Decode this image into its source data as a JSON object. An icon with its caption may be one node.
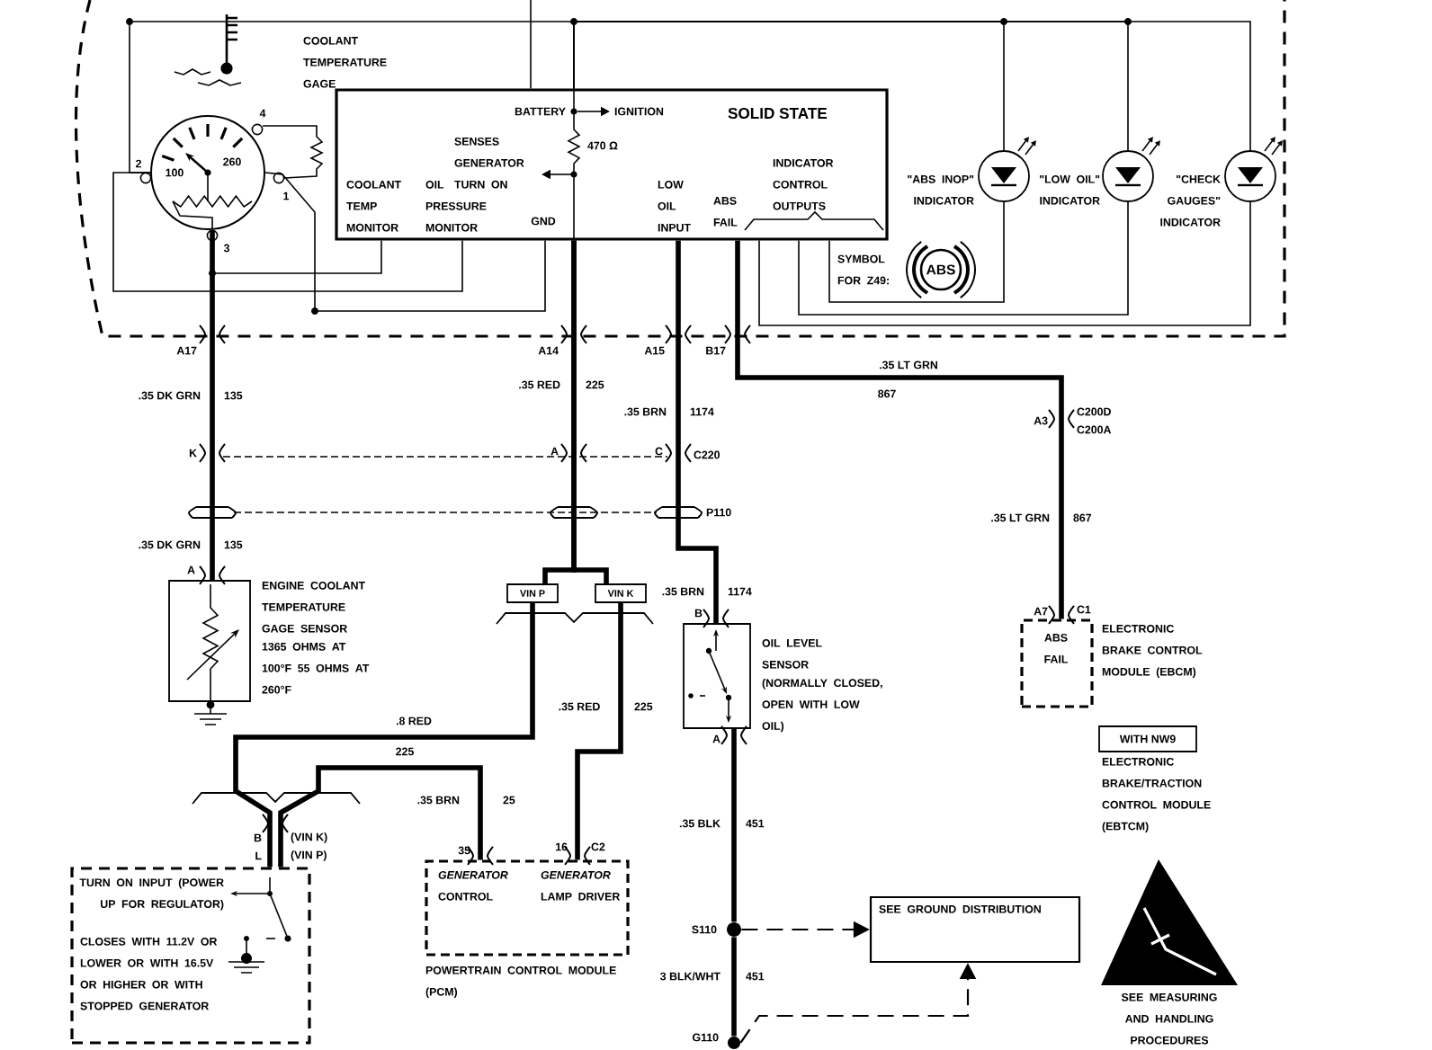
{
  "diagram": {
    "nodes": [
      {
        "text": [
          "BATTERY",
          "IGNITION",
          "SOLID STATE",
          "SENSES GENERATOR TURN ON",
          "470 Ω",
          "COOLANT TEMP MONITOR",
          "OIL PRESSURE MONITOR",
          "GND",
          "LOW OIL INPUT",
          "ABS FAIL",
          "INDICATOR CONTROL OUTPUTS"
        ]
      },
      {
        "text": [
          "100",
          "260"
        ]
      },
      {
        "text": [
          "\"ABS INOP\" INDICATOR"
        ]
      },
      {
        "text": [
          "\"LOW OIL\" INDICATOR"
        ]
      },
      {
        "text": [
          "\"CHECK GAUGES\" INDICATOR"
        ]
      },
      {
        "text": [
          "ABS"
        ],
        "beside": [
          "SYMBOL FOR Z49:"
        ]
      },
      {
        "text": [
          "ENGINE COOLANT TEMPERATURE GAGE SENSOR",
          "1365 OHMS AT 100°F 55 OHMS AT 260°F"
        ]
      },
      {
        "text": [
          "VIN P"
        ]
      },
      {
        "text": [
          "VIN K"
        ]
      },
      {
        "text": [
          "OIL LEVEL SENSOR",
          "(NORMALLY CLOSED, OPEN WITH LOW OIL)"
        ]
      },
      {
        "text": [
          "ABS FAIL",
          "ELECTRONIC BRAKE CONTROL MODULE (EBCM)"
        ]
      },
      {
        "text": [
          "WITH NW9"
        ]
      },
      {
        "text": [
          "TURN ON INPUT (POWER UP FOR REGULATOR)",
          "CLOSES WITH 11.2V OR LOWER OR WITH 16.5V OR HIGHER OR WITH STOPPED GENERATOR"
        ]
      },
      {
        "text": [
          "*GENERATOR* CONTROL",
          "*GENERATOR* LAMP DRIVER",
          "POWERTRAIN CONTROL MODULE (PCM)"
        ]
      },
      {
        "text": [
          "SEE GROUND DISTRIBUTION"
        ]
      },
      {
        "text": [],
        "shape": "circle",
        "beside": [
          "S110"
        ]
      },
      {
        "text": [],
        "shape": "circle",
        "beside": [
          "G110"
        ]
      }
    ],
    "edges": [
      {
        "from": null,
        "to": 0,
        "arrow": "none"
      },
      {
        "from": 0,
        "to": 2,
        "arrow": "none"
      },
      {
        "from": 0,
        "to": 3,
        "arrow": "none"
      },
      {
        "from": 0,
        "to": 4,
        "arrow": "none"
      },
      {
        "from": 0,
        "to": 1,
        "arrow": "none"
      },
      {
        "from": 0,
        "to": 1,
        "arrow": "none"
      },
      {
        "from": 0,
        "to": 1,
        "arrow": "none"
      },
      {
        "from": 0,
        "to": 1,
        "arrow": "none"
      },
      {
        "from": 0,
        "to": 2,
        "arrow": "none"
      },
      {
        "from": 0,
        "to": 3,
        "arrow": "none"
      },
      {
        "from": 0,
        "to": 4,
        "arrow": "none"
      },
      {
        "from": 1,
        "to": 6,
        "arrow": "none",
        "style": "thick"
      },
      {
        "from": 0,
        "to": 7,
        "arrow": "none",
        "style": "thick"
      },
      {
        "from": 0,
        "to": 8,
        "arrow": "none",
        "style": "thick"
      },
      {
        "from": 7,
        "to": 12,
        "arrow": "none",
        "style": "thick"
      },
      {
        "from": 12,
        "to": 13,
        "arrow": "none",
        "style": "thick"
      },
      {
        "from": 8,
        "to": 13,
        "arrow": "none",
        "style": "thick"
      },
      {
        "from": 0,
        "to": 9,
        "arrow": "none",
        "style": "thick"
      },
      {
        "from": 9,
        "to": 15,
        "arrow": "none",
        "style": "thick"
      },
      {
        "from": 15,
        "to": 16,
        "arrow": "none",
        "style": "thick"
      },
      {
        "from": 15,
        "to": 14,
        "arrow": "to",
        "style": "dashed"
      },
      {
        "from": 16,
        "to": 14,
        "arrow": "to",
        "style": "dashed"
      },
      {
        "from": 0,
        "to": 10,
        "arrow": "none",
        "style": "thick"
      }
    ],
    "labels": [
      "COOLANT TEMPERATURE GAGE",
      "4",
      "2",
      "1",
      "3",
      "A17",
      "A14",
      "A15",
      "B17",
      ".35 DK GRN",
      "135",
      ".35 RED",
      "225",
      ".35 BRN",
      "1174",
      ".35 LT GRN",
      "867",
      "A3",
      "C200D",
      "C200A",
      "K",
      "A",
      "C",
      "C220",
      "P110",
      ".35 LT GRN",
      "867",
      ".35 DK GRN",
      "135",
      "A",
      ".35 BRN",
      "1174",
      "B",
      "A7",
      "C1",
      ".8 RED",
      ".35 RED",
      "225",
      "A",
      "ELECTRONIC BRAKE/TRACTION CONTROL MODULE (EBTCM)",
      "225",
      ".35 BRN",
      "25",
      "B",
      "(VIN K)",
      "L",
      "(VIN P)",
      ".35 BLK",
      "451",
      "16",
      "C2",
      "35",
      "3 BLK/WHT",
      "451",
      "SEE MEASURING AND HANDLING PROCEDURES"
    ]
  }
}
